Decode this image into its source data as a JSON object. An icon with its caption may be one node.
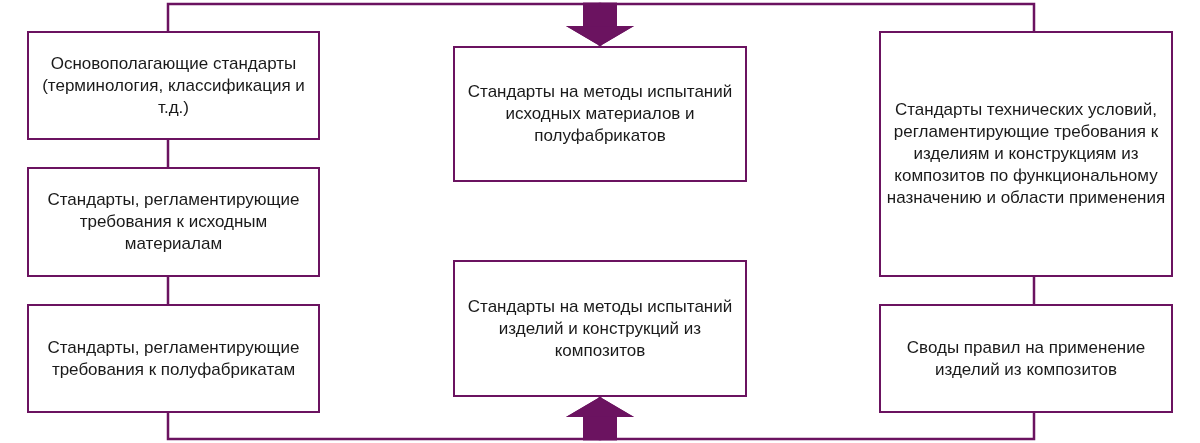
{
  "diagram": {
    "nodes": [
      {
        "text": [
          "Основополагающие стандарты (терминология, классификация и т.д.)"
        ]
      },
      {
        "text": [
          "Стандарты, регламентирующие требования к исходным материалам"
        ]
      },
      {
        "text": [
          "Стандарты, регламентирующие требования к полуфабрикатам"
        ]
      },
      {
        "text": [
          "Стандарты на методы испытаний исходных материалов и полуфабрикатов"
        ]
      },
      {
        "text": [
          "Стандарты на методы испытаний изделий и конструкций из композитов"
        ]
      },
      {
        "text": [
          "Стандарты технических условий, регламентирующие требования к изделиям и конструкциям из композитов по функциональному назначению и области применения"
        ]
      },
      {
        "text": [
          "Своды правил на применение изделий из композитов"
        ]
      }
    ],
    "edges": [
      {
        "from": 0,
        "to": 3,
        "arrow": "to"
      },
      {
        "from": 5,
        "to": 3,
        "arrow": "to"
      },
      {
        "from": 0,
        "to": 1,
        "arrow": "none"
      },
      {
        "from": 1,
        "to": 2,
        "arrow": "none"
      },
      {
        "from": 5,
        "to": 6,
        "arrow": "none"
      },
      {
        "from": 2,
        "to": 4,
        "arrow": "to"
      },
      {
        "from": 6,
        "to": 4,
        "arrow": "to"
      }
    ]
  }
}
